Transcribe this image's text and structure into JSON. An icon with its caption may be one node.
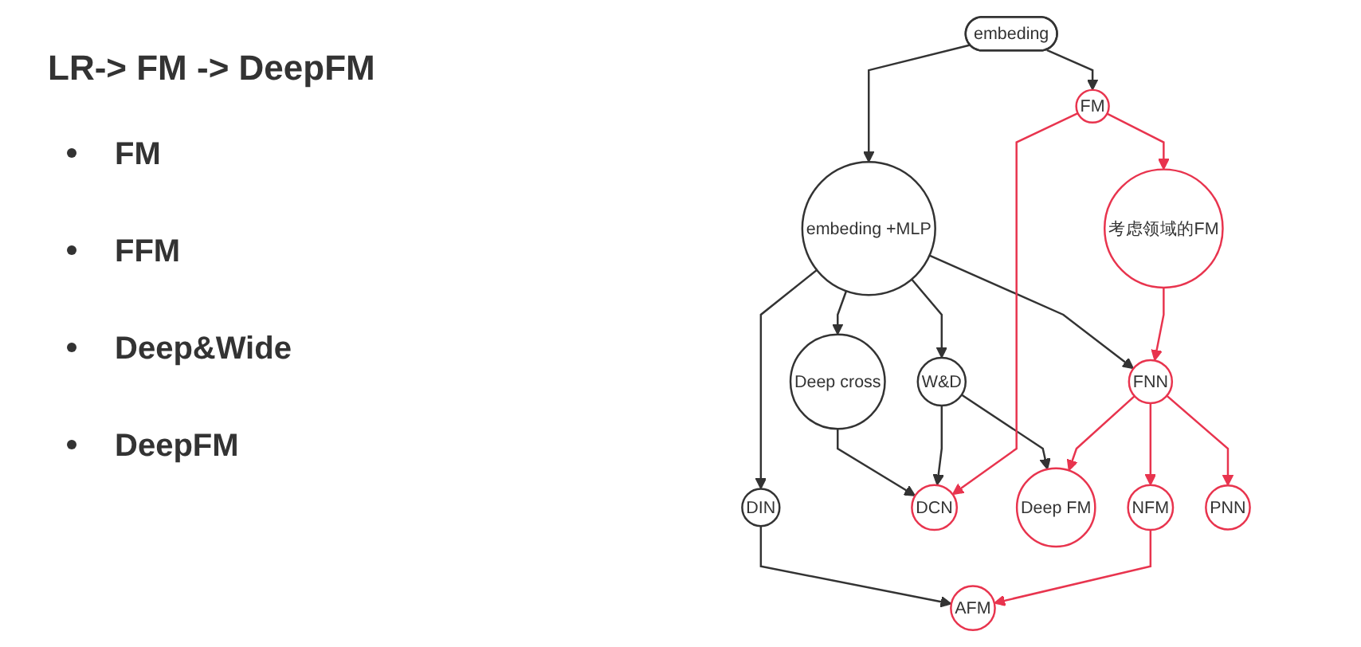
{
  "diagram": {
    "title": "LR-> FM -> DeepFM",
    "nodes": [
      {
        "text": [
          "embeding"
        ]
      },
      {
        "text": [
          "embeding +MLP"
        ]
      },
      {
        "text": [
          "Deep cross"
        ]
      },
      {
        "text": [
          "W&D"
        ]
      },
      {
        "text": [
          "DIN"
        ]
      },
      {
        "text": [
          "DCN"
        ]
      },
      {
        "text": [
          "Deep FM"
        ]
      },
      {
        "text": [
          "FM"
        ]
      },
      {
        "text": [
          "考虑领域的FM"
        ]
      },
      {
        "text": [
          "FNN"
        ]
      },
      {
        "text": [
          "NFM"
        ]
      },
      {
        "text": [
          "AFM"
        ]
      },
      {
        "text": [
          "PNN"
        ]
      }
    ],
    "edges": [
      {
        "from": 0,
        "to": 1,
        "arrow": "to",
        "color": "#333333"
      },
      {
        "from": 0,
        "to": 7,
        "arrow": "to",
        "color": "#333333"
      },
      {
        "from": 1,
        "to": 2,
        "arrow": "to",
        "color": "#333333"
      },
      {
        "from": 1,
        "to": 3,
        "arrow": "to",
        "color": "#333333"
      },
      {
        "from": 1,
        "to": 4,
        "arrow": "to",
        "color": "#333333"
      },
      {
        "from": 1,
        "to": 9,
        "arrow": "to",
        "color": "#333333"
      },
      {
        "from": 2,
        "to": 5,
        "arrow": "to",
        "color": "#333333"
      },
      {
        "from": 3,
        "to": 5,
        "arrow": "to",
        "color": "#333333"
      },
      {
        "from": 3,
        "to": 6,
        "arrow": "to",
        "color": "#333333"
      },
      {
        "from": 4,
        "to": 11,
        "arrow": "to",
        "color": "#333333"
      },
      {
        "from": 7,
        "to": 5,
        "arrow": "to",
        "color": "#e8344e"
      },
      {
        "from": 7,
        "to": 8,
        "arrow": "to",
        "color": "#e8344e"
      },
      {
        "from": 8,
        "to": 9,
        "arrow": "to",
        "color": "#e8344e"
      },
      {
        "from": 9,
        "to": 6,
        "arrow": "to",
        "color": "#e8344e"
      },
      {
        "from": 9,
        "to": 10,
        "arrow": "to",
        "color": "#e8344e"
      },
      {
        "from": 9,
        "to": 12,
        "arrow": "to",
        "color": "#e8344e"
      },
      {
        "from": 10,
        "to": 11,
        "arrow": "to",
        "color": "#e8344e"
      }
    ],
    "labels": [
      "FM",
      "FFM",
      "Deep&Wide",
      "DeepFM"
    ]
  }
}
